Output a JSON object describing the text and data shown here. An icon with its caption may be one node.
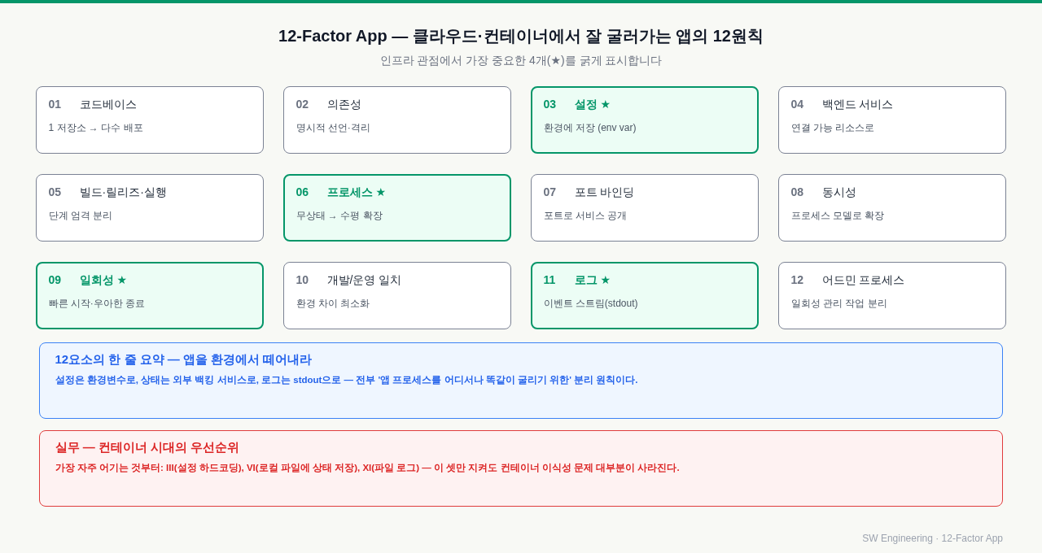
{
  "diagram": {
    "title": "12-Factor App — 클라우드·컨테이너에서 잘 굴러가는 앱의 12원칙",
    "nodes": [
      {
        "text": [
          "01",
          "코드베이스",
          "1 저장소 → 다수 배포"
        ]
      },
      {
        "text": [
          "02",
          "의존성",
          "명시적 선언·격리"
        ]
      },
      {
        "text": [
          "03",
          "설정 ★",
          "환경에 저장 (env var)"
        ]
      },
      {
        "text": [
          "04",
          "백엔드 서비스",
          "연결 가능 리소스로"
        ]
      },
      {
        "text": [
          "05",
          "빌드·릴리즈·실행",
          "단계 엄격 분리"
        ]
      },
      {
        "text": [
          "06",
          "프로세스 ★",
          "무상태 → 수평 확장"
        ]
      },
      {
        "text": [
          "07",
          "포트 바인딩",
          "포트로 서비스 공개"
        ]
      },
      {
        "text": [
          "08",
          "동시성",
          "프로세스 모델로 확장"
        ]
      },
      {
        "text": [
          "09",
          "일회성 ★",
          "빠른 시작·우아한 종료"
        ]
      },
      {
        "text": [
          "10",
          "개발/운영 일치",
          "환경 차이 최소화"
        ]
      },
      {
        "text": [
          "11",
          "로그 ★",
          "이벤트 스트림(stdout)"
        ]
      },
      {
        "text": [
          "12",
          "어드민 프로세스",
          "일회성 관리 작업 분리"
        ]
      },
      {
        "text": [
          "12요소의 한 줄 요약 — 앱을 환경에서 떼어내라",
          "설정은 환경변수로, 상태는 외부 백킹 서비스로, 로그는 stdout으로 — 전부 '앱 프로세스를 어디서나 똑같이 굴리기 위한' 분리 원칙이다."
        ]
      },
      {
        "text": [
          "실무 — 컨테이너 시대의 우선순위",
          "가장 자주 어기는 것부터: III(설정 하드코딩), VI(로컬 파일에 상태 저장), XI(파일 로그) — 이 셋만 지켜도 컨테이너 이식성 문제 대부분이 사라진다."
        ]
      }
    ],
    "labels": [
      "인프라 관점에서 가장 중요한 4개(★)를 굵게 표시합니다",
      "SW Engineering · 12-Factor App"
    ]
  }
}
